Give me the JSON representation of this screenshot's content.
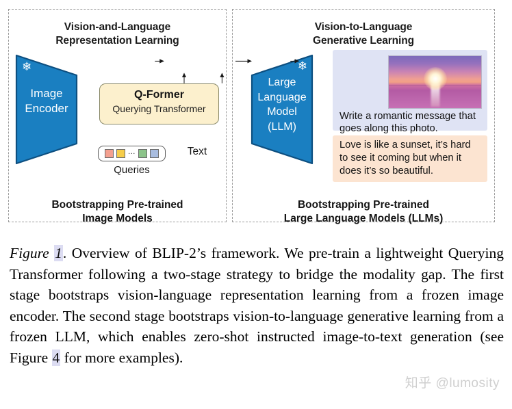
{
  "figure": {
    "left_panel": {
      "title_line1": "Vision-and-Language",
      "title_line2": "Representation Learning",
      "encoder_label_line1": "Image",
      "encoder_label_line2": "Encoder",
      "frozen_icon": "snowflake-icon",
      "qformer_title": "Q-Former",
      "qformer_subtitle": "Querying Transformer",
      "queries_label": "Queries",
      "queries_dots": "...",
      "query_colors": [
        "#f4a08f",
        "#f6cd4a",
        "#8cc48a",
        "#a9bde0"
      ],
      "text_label": "Text",
      "caption_line1": "Bootstrapping Pre-trained",
      "caption_line2": "Image Models"
    },
    "right_panel": {
      "title_line1": "Vision-to-Language",
      "title_line2": "Generative Learning",
      "llm_label_line1": "Large",
      "llm_label_line2": "Language",
      "llm_label_line3": "Model",
      "llm_label_line4": "(LLM)",
      "frozen_icon": "snowflake-icon",
      "photo_alt": "sunset-over-ocean-photo",
      "prompt_text": "Write a romantic message that goes along this photo.",
      "answer_text": "Love is like a sunset, it’s hard to see it coming but when it does it’s so beautiful.",
      "caption_line1": "Bootstrapping Pre-trained",
      "caption_line2": "Large Language Models (LLMs)"
    },
    "colors": {
      "block_blue": "#1a7fc1",
      "block_blue_dark": "#0f5e96",
      "qformer_fill": "#fcf0cd",
      "prompt_fill": "#dfe3f4",
      "answer_fill": "#fce4d1",
      "panel_border": "#9a9a9a"
    }
  },
  "caption": {
    "figure_word": "Figure",
    "figure_number": "1",
    "period": ".",
    "body_part1": "Overview of BLIP-2’s framework.  We pre-train a lightweight Querying Transformer following a two-stage strategy to bridge the modality gap. The first stage bootstraps vision-language representation learning from a frozen image encoder. The second stage bootstraps vision-to-language generative learning from a frozen LLM, which enables zero-shot instructed image-to-text generation (see Figure ",
    "ref_number": "4",
    "body_part2": " for more examples)."
  },
  "watermark": "知乎 @lumosity"
}
